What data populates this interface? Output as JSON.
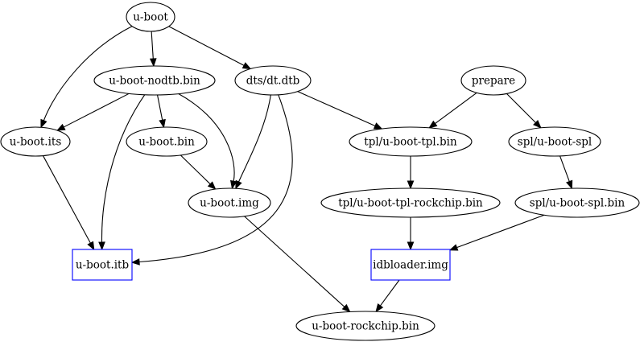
{
  "graph": {
    "box_color": "#0000ff",
    "line_color": "#000000",
    "nodes": [
      {
        "id": "u-boot",
        "label": "u-boot",
        "shape": "ellipse"
      },
      {
        "id": "u-boot-nodtb.bin",
        "label": "u-boot-nodtb.bin",
        "shape": "ellipse"
      },
      {
        "id": "dts/dt.dtb",
        "label": "dts/dt.dtb",
        "shape": "ellipse"
      },
      {
        "id": "prepare",
        "label": "prepare",
        "shape": "ellipse"
      },
      {
        "id": "u-boot.its",
        "label": "u-boot.its",
        "shape": "ellipse"
      },
      {
        "id": "u-boot.bin",
        "label": "u-boot.bin",
        "shape": "ellipse"
      },
      {
        "id": "tpl/u-boot-tpl.bin",
        "label": "tpl/u-boot-tpl.bin",
        "shape": "ellipse"
      },
      {
        "id": "spl/u-boot-spl",
        "label": "spl/u-boot-spl",
        "shape": "ellipse"
      },
      {
        "id": "u-boot.img",
        "label": "u-boot.img",
        "shape": "ellipse"
      },
      {
        "id": "tpl/u-boot-tpl-rockchip.bin",
        "label": "tpl/u-boot-tpl-rockchip.bin",
        "shape": "ellipse"
      },
      {
        "id": "spl/u-boot-spl.bin",
        "label": "spl/u-boot-spl.bin",
        "shape": "ellipse"
      },
      {
        "id": "u-boot.itb",
        "label": "u-boot.itb",
        "shape": "box"
      },
      {
        "id": "idbloader.img",
        "label": "idbloader.img",
        "shape": "box"
      },
      {
        "id": "u-boot-rockchip.bin",
        "label": "u-boot-rockchip.bin",
        "shape": "ellipse"
      }
    ],
    "edges": [
      {
        "from": "u-boot",
        "to": "u-boot-nodtb.bin"
      },
      {
        "from": "u-boot",
        "to": "dts/dt.dtb"
      },
      {
        "from": "u-boot",
        "to": "u-boot.its"
      },
      {
        "from": "u-boot-nodtb.bin",
        "to": "u-boot.its"
      },
      {
        "from": "u-boot-nodtb.bin",
        "to": "u-boot.bin"
      },
      {
        "from": "u-boot-nodtb.bin",
        "to": "u-boot.img"
      },
      {
        "from": "u-boot-nodtb.bin",
        "to": "u-boot.itb"
      },
      {
        "from": "dts/dt.dtb",
        "to": "u-boot.img"
      },
      {
        "from": "dts/dt.dtb",
        "to": "u-boot.itb"
      },
      {
        "from": "dts/dt.dtb",
        "to": "tpl/u-boot-tpl.bin"
      },
      {
        "from": "u-boot.bin",
        "to": "u-boot.img"
      },
      {
        "from": "u-boot.its",
        "to": "u-boot.itb"
      },
      {
        "from": "u-boot.img",
        "to": "u-boot-rockchip.bin"
      },
      {
        "from": "prepare",
        "to": "tpl/u-boot-tpl.bin"
      },
      {
        "from": "prepare",
        "to": "spl/u-boot-spl"
      },
      {
        "from": "tpl/u-boot-tpl.bin",
        "to": "tpl/u-boot-tpl-rockchip.bin"
      },
      {
        "from": "spl/u-boot-spl",
        "to": "spl/u-boot-spl.bin"
      },
      {
        "from": "tpl/u-boot-tpl-rockchip.bin",
        "to": "idbloader.img"
      },
      {
        "from": "spl/u-boot-spl.bin",
        "to": "idbloader.img"
      },
      {
        "from": "idbloader.img",
        "to": "u-boot-rockchip.bin"
      }
    ]
  }
}
